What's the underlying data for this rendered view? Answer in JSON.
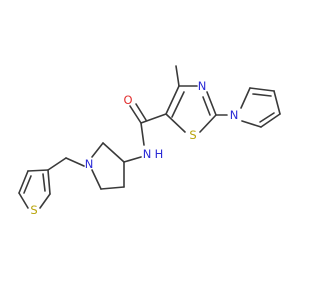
{
  "atoms": {
    "o_amide": "O",
    "n_thiazole": "N",
    "s_thiazole": "S",
    "n_pyrrole": "N",
    "nh_amide": "N",
    "h_amide": "H",
    "n_pyrrolidine": "N",
    "s_thiophene": "S"
  },
  "colors": {
    "bond": "#3a3a3a",
    "nitrogen": "#2b2bd6",
    "oxygen": "#e23030",
    "sulfur": "#b8a40a",
    "background": "#ffffff"
  }
}
